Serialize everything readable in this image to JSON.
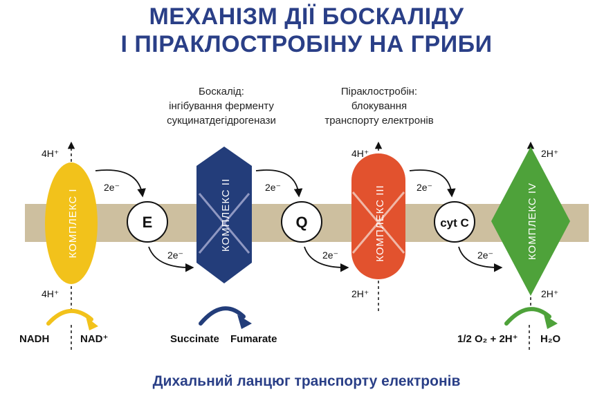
{
  "title": {
    "line1": "МЕХАНІЗМ ДІЇ БОСКАЛІДУ",
    "line2": "І ПІРАКЛОСТРОБІНУ НА ГРИБИ"
  },
  "annotations": {
    "boscalid": [
      "Боскалід:",
      "інгібування ферменту",
      "сукцинатдегідрогенази"
    ],
    "pyraclostrobin": [
      "Піраклостробін:",
      "блокування",
      "транспорту електронів"
    ]
  },
  "complexes": [
    {
      "label": "КОМПЛЕКС I",
      "color": "#f2c21b"
    },
    {
      "label": "КОМПЛЕКС II",
      "color": "#233d7a"
    },
    {
      "label": "КОМПЛЕКС III",
      "color": "#e2522e"
    },
    {
      "label": "КОМПЛЕКС IV",
      "color": "#4ea23a"
    }
  ],
  "carriers": [
    "E",
    "Q",
    "cyt C"
  ],
  "electrons": "2e⁻",
  "protons": {
    "c1_top": "4H⁺",
    "c1_bottom": "4H⁺",
    "c3_top": "4H⁺",
    "c3_bottom": "2H⁺",
    "c4_top": "2H⁺",
    "c4_bottom": "2H⁺"
  },
  "reactions": {
    "nadh": "NADH",
    "nad": "NAD⁺",
    "succinate": "Succinate",
    "fumarate": "Fumarate",
    "oxygen": "1/2 O₂ + 2H⁺",
    "water": "H₂O"
  },
  "footer": "Дихальний ланцюг транспорту електронів",
  "colors": {
    "title": "#2a3f87",
    "membrane": "#cdbf9f",
    "yellow": "#f2c21b",
    "navy": "#233d7a",
    "orange": "#e2522e",
    "green": "#4ea23a"
  }
}
